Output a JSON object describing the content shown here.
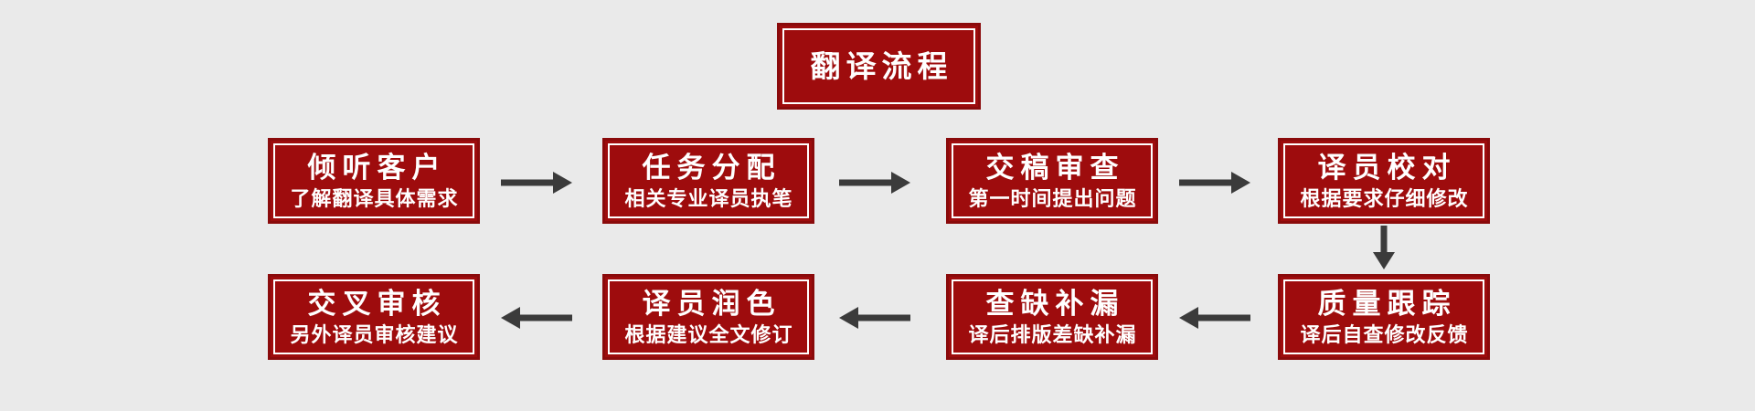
{
  "colors": {
    "background": "#eaeaea",
    "box_fill": "#9e0c0d",
    "box_border": "#8a0a0b",
    "box_inner_line": "#ffffff",
    "text": "#ffffff",
    "arrow": "#3b3b3b"
  },
  "title": {
    "label": "翻译流程"
  },
  "steps": {
    "row1": [
      {
        "title": "倾听客户",
        "subtitle": "了解翻译具体需求"
      },
      {
        "title": "任务分配",
        "subtitle": "相关专业译员执笔"
      },
      {
        "title": "交稿审查",
        "subtitle": "第一时间提出问题"
      },
      {
        "title": "译员校对",
        "subtitle": "根据要求仔细修改"
      }
    ],
    "row2": [
      {
        "title": "交叉审核",
        "subtitle": "另外译员审核建议"
      },
      {
        "title": "译员润色",
        "subtitle": "根据建议全文修订"
      },
      {
        "title": "查缺补漏",
        "subtitle": "译后排版差缺补漏"
      },
      {
        "title": "质量跟踪",
        "subtitle": "译后自查修改反馈"
      }
    ]
  },
  "arrows": {
    "row1_direction": "right",
    "connector_direction": "down",
    "row2_direction": "left"
  }
}
